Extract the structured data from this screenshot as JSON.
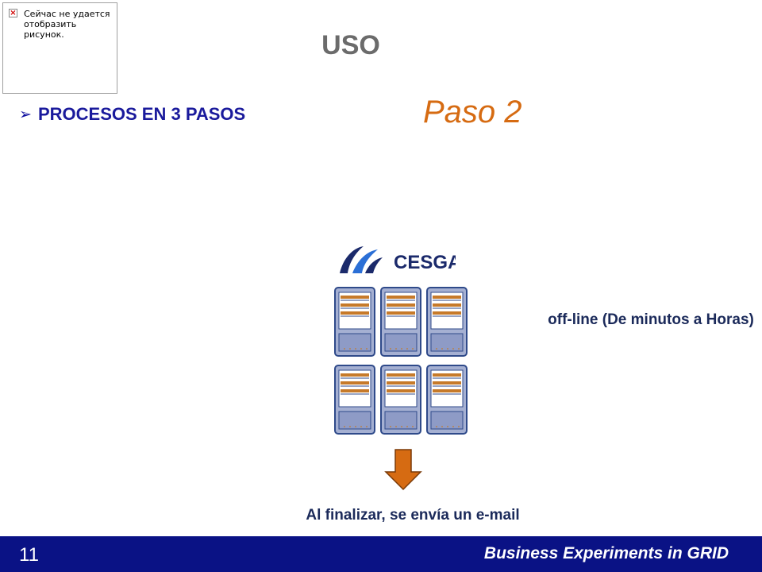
{
  "broken_image": {
    "message": "Сейчас не удается отобразить рисунок."
  },
  "slide": {
    "title": "USO",
    "bullet": "PROCESOS EN 3 PASOS",
    "step": "Paso 2",
    "offline_note": "off-line (De minutos a Horas)",
    "email_note": "Al finalizar, se envía un e-mail"
  },
  "logo": {
    "text": "CESGA",
    "colors": {
      "primary": "#1b2a6b",
      "accent": "#2b6fd6"
    }
  },
  "cluster": {
    "servers": 6,
    "rows": 2,
    "columns": 3,
    "colors": {
      "body": "#a5b0d2",
      "outline": "#2f4a8a",
      "drive": "#c67a2a"
    }
  },
  "footer": {
    "page_number": "11",
    "title": "Business Experiments in GRID",
    "background": "#0a1285"
  },
  "icons": {
    "bullet": "arrow-right-icon",
    "flow": "arrow-down-icon",
    "broken": "broken-image-icon"
  },
  "colors": {
    "title": "#6b6b6b",
    "bullet_text": "#1a1a9c",
    "step_text": "#d66b12",
    "body_text": "#1b2a5a",
    "arrow_fill": "#d66b12"
  }
}
